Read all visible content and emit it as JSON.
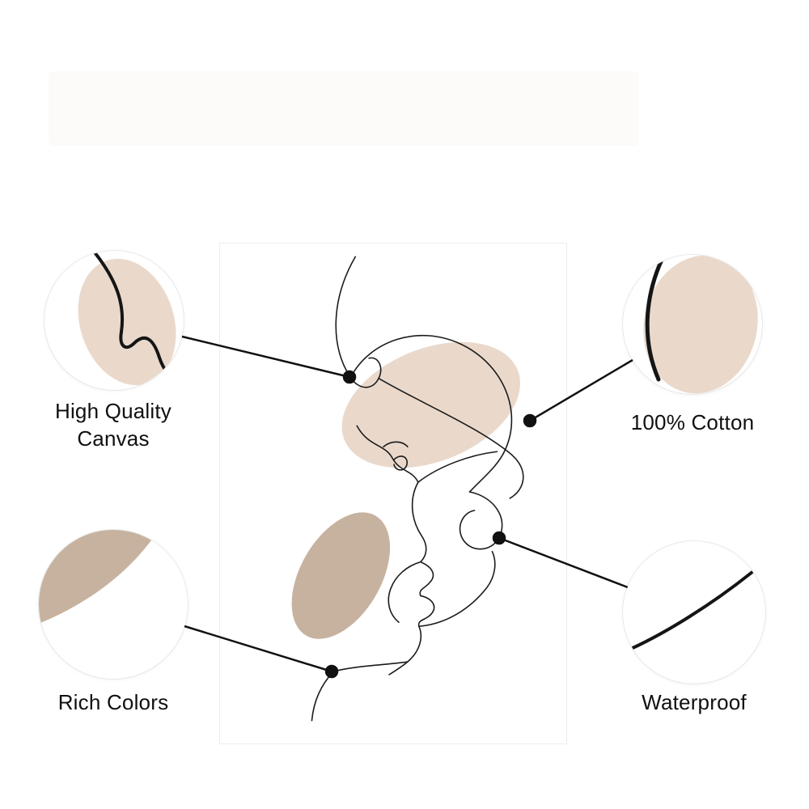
{
  "page": {
    "background": "#ffffff",
    "description": "Product feature infographic for a one-line abstract faces canvas art print with four circular zoom callouts"
  },
  "artwork": {
    "name": "abstract-one-line-faces-print",
    "shapes": [
      "light beige blob",
      "tan blob",
      "continuous black line drawing of kissing faces"
    ]
  },
  "callouts": {
    "high_quality_canvas": {
      "label": "High Quality Canvas",
      "position": "top-left"
    },
    "cotton": {
      "label": "100% Cotton",
      "position": "top-right"
    },
    "rich_colors": {
      "label": "Rich Colors",
      "position": "bottom-left"
    },
    "waterproof": {
      "label": "Waterproof",
      "position": "bottom-right"
    }
  },
  "colors": {
    "beige_light": "#ead9cb",
    "tan": "#c7b2a0",
    "line_art": "#1b1b1b",
    "connector": "#111111",
    "canvas_border": "#ededed"
  }
}
